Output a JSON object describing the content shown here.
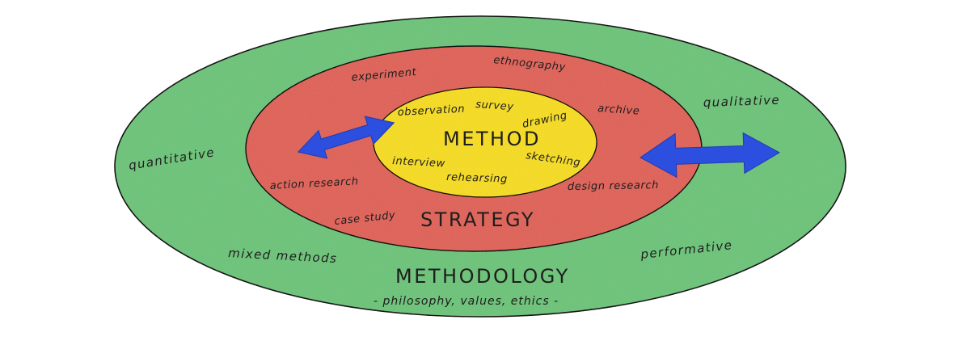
{
  "diagram": {
    "colors": {
      "outer": "#6fc07a",
      "middle": "#e16862",
      "inner": "#f2de3a",
      "arrow": "#2d4fe0",
      "ink": "#1e1e1e"
    },
    "rings": {
      "outer": {
        "title": "METHODOLOGY",
        "subtitle": "- philosophy, values, ethics -",
        "terms": [
          "quantitative",
          "qualitative",
          "mixed methods",
          "performative"
        ]
      },
      "middle": {
        "title": "STRATEGY",
        "terms": [
          "experiment",
          "ethnography",
          "archive",
          "action research",
          "design research",
          "case study"
        ]
      },
      "inner": {
        "title": "METHOD",
        "terms": [
          "observation",
          "survey",
          "drawing",
          "interview",
          "sketching",
          "rehearsing"
        ]
      }
    },
    "icons": [
      "double-arrow-icon",
      "double-arrow-icon"
    ]
  }
}
